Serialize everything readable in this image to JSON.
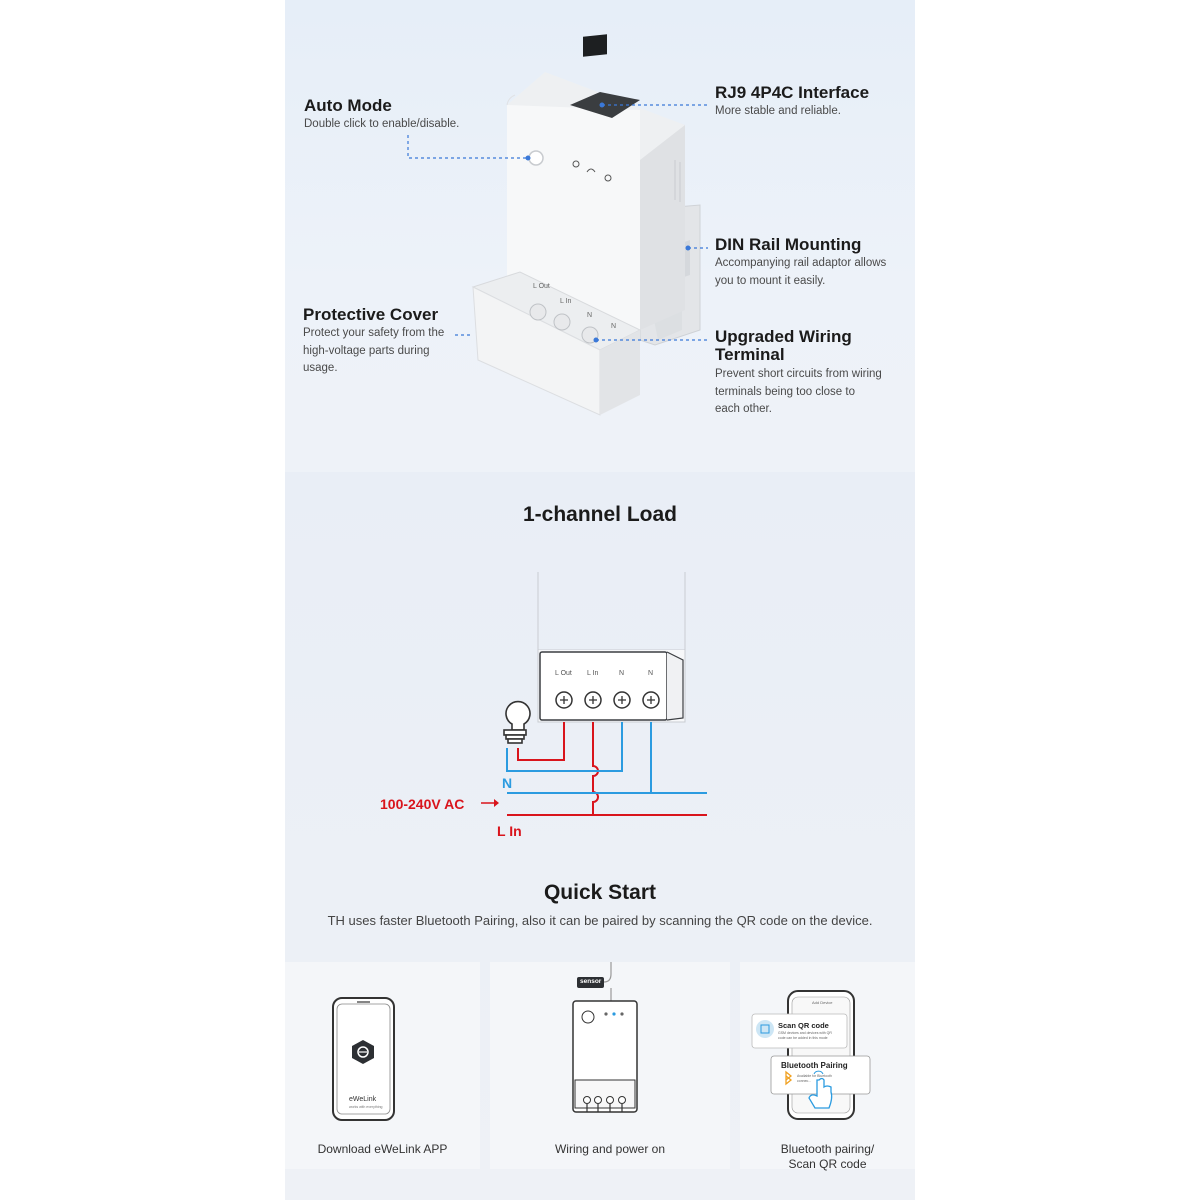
{
  "features": {
    "auto_mode": {
      "title": "Auto Mode",
      "desc": "Double click to enable/disable."
    },
    "rj9": {
      "title": "RJ9 4P4C Interface",
      "desc": "More stable and reliable."
    },
    "din": {
      "title": "DIN Rail Mounting",
      "desc_lines": [
        "Accompanying rail adaptor allows",
        "you to mount it easily."
      ]
    },
    "cover": {
      "title": "Protective Cover",
      "desc_lines": [
        "Protect your safety from the",
        "high-voltage parts during",
        "usage."
      ]
    },
    "wiring": {
      "title_lines": [
        "Upgraded Wiring",
        "Terminal"
      ],
      "desc_lines": [
        "Prevent short circuits from wiring",
        "terminals being too close to",
        "each other."
      ]
    }
  },
  "device_labels": {
    "l_out": "L Out",
    "l_in": "L In",
    "n1": "N",
    "n2": "N"
  },
  "load_section": {
    "title": "1-channel Load",
    "terminals": [
      "L Out",
      "L In",
      "N",
      "N"
    ],
    "n_label": "N",
    "voltage_label": "100-240V AC",
    "l_in_label": "L In",
    "colors": {
      "live": "#d9141c",
      "neutral": "#2b9be0"
    }
  },
  "quick_start": {
    "title": "Quick Start",
    "subtitle": "TH uses faster Bluetooth Pairing, also it can be paired by scanning the QR code on the device.",
    "steps": [
      {
        "label": "Download eWeLink APP",
        "phone_brand": "eWeLink",
        "phone_tagline": "works with everything"
      },
      {
        "label": "Wiring and power on",
        "tag": "sensor"
      },
      {
        "label_lines": [
          "Bluetooth pairing/",
          "Scan QR code"
        ],
        "scan_title": "Scan QR code",
        "scan_desc_lines": [
          "GSM devices and devices with QR",
          "code can be added in this mode"
        ],
        "bt_title": "Bluetooth Pairing",
        "bt_desc_lines": [
          "Available for Bluetooth",
          "connec..."
        ],
        "phone_header": "Add Device"
      }
    ]
  },
  "colors": {
    "accent_blue": "#3a78d8",
    "live_red": "#d9141c",
    "neutral_blue": "#2b9be0"
  }
}
